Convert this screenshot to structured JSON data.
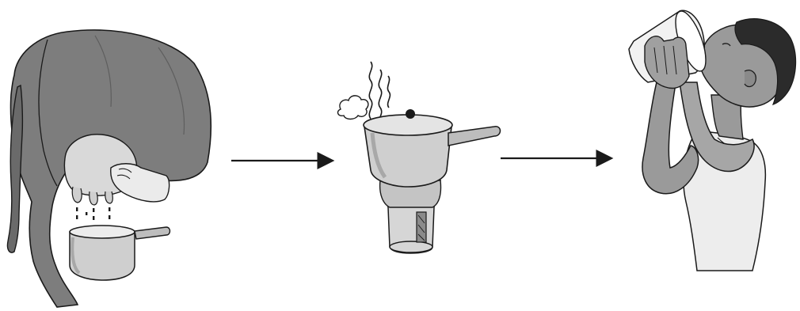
{
  "figure": {
    "steps": [
      {
        "id": "milking",
        "icon": "cow-udder-milking-icon"
      },
      {
        "id": "boiling",
        "icon": "pot-on-stove-steam-icon"
      },
      {
        "id": "drinking",
        "icon": "boy-drinking-milk-icon"
      }
    ],
    "connectors": [
      {
        "from": "milking",
        "to": "boiling",
        "icon": "arrow-right-icon"
      },
      {
        "from": "boiling",
        "to": "drinking",
        "icon": "arrow-right-icon"
      }
    ],
    "colors": {
      "background": "#ffffff",
      "ink": "#1a1a1a",
      "cow_hide": "#7d7d7d",
      "cow_hide_dark": "#5e5e5e",
      "udder": "#bfbfbf",
      "pot": "#cfcfcf",
      "pot_shade": "#a8a8a8",
      "stove": "#d6d6d6",
      "skin": "#9a9a9a",
      "hair": "#2b2b2b",
      "cup": "#f2f2f2"
    }
  }
}
